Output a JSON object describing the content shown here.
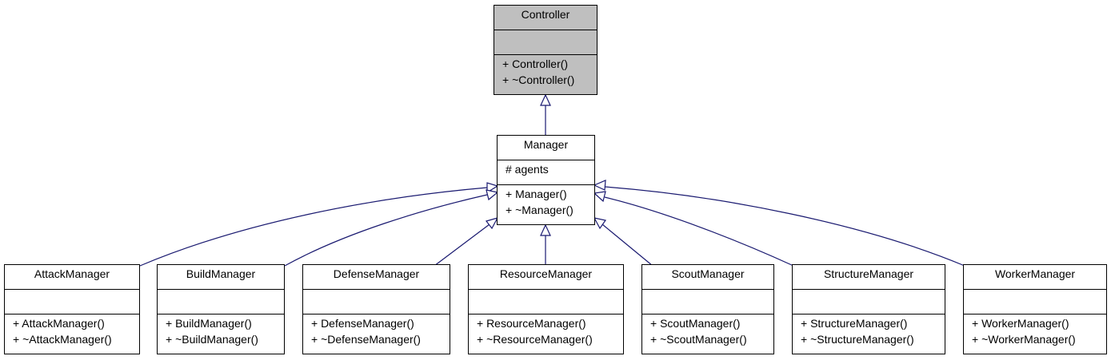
{
  "diagram": {
    "colors": {
      "edge": "#191970",
      "root_fill": "#bfbfbf",
      "fill": "#ffffff",
      "border": "#000000"
    },
    "root": {
      "name": "Controller",
      "attributes": [],
      "operations": [
        "+ Controller()",
        "+ ~Controller()"
      ]
    },
    "middle": {
      "name": "Manager",
      "attributes": [
        "# agents"
      ],
      "operations": [
        "+ Manager()",
        "+ ~Manager()"
      ]
    },
    "leaves": [
      {
        "name": "AttackManager",
        "operations": [
          "+ AttackManager()",
          "+ ~AttackManager()"
        ]
      },
      {
        "name": "BuildManager",
        "operations": [
          "+ BuildManager()",
          "+ ~BuildManager()"
        ]
      },
      {
        "name": "DefenseManager",
        "operations": [
          "+ DefenseManager()",
          "+ ~DefenseManager()"
        ]
      },
      {
        "name": "ResourceManager",
        "operations": [
          "+ ResourceManager()",
          "+ ~ResourceManager()"
        ]
      },
      {
        "name": "ScoutManager",
        "operations": [
          "+ ScoutManager()",
          "+ ~ScoutManager()"
        ]
      },
      {
        "name": "StructureManager",
        "operations": [
          "+ StructureManager()",
          "+ ~StructureManager()"
        ]
      },
      {
        "name": "WorkerManager",
        "operations": [
          "+ WorkerManager()",
          "+ ~WorkerManager()"
        ]
      }
    ]
  }
}
